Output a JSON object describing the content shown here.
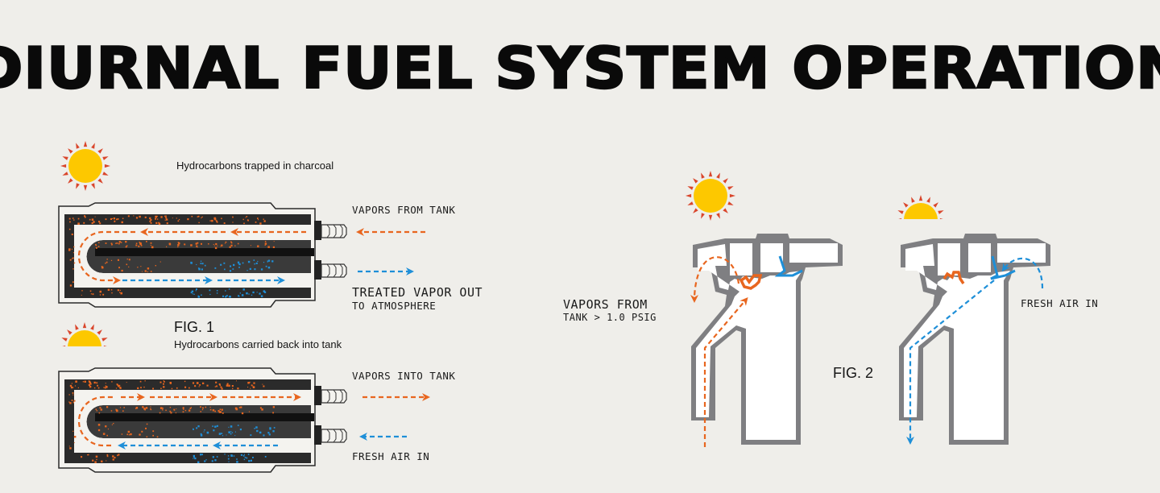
{
  "title": "DIURNAL FUEL SYSTEM OPERATION",
  "colors": {
    "background": "#efeeea",
    "vapor_orange": "#e8661f",
    "fresh_air_blue": "#1e8fd8",
    "charcoal": "#2b2b2b",
    "housing_gray": "#808083",
    "sun_yellow": "#fdc800",
    "sun_ray_red": "#d9452b"
  },
  "fig1": {
    "label": "FIG. 1",
    "top_panel": {
      "caption": "Hydrocarbons trapped in charcoal",
      "inlet_label": "VAPORS FROM TANK",
      "outlet_label_line1": "TREATED VAPOR OUT",
      "outlet_label_line2": "TO ATMOSPHERE",
      "sun": "full-sun"
    },
    "bottom_panel": {
      "caption": "Hydrocarbons carried back into tank",
      "outlet_label": "VAPORS INTO TANK",
      "inlet_label": "FRESH AIR IN",
      "sun": "setting-sun"
    }
  },
  "fig2": {
    "label": "FIG. 2",
    "left_valve": {
      "label_line1": "VAPORS FROM",
      "label_line2": "TANK > 1.0 PSIG",
      "sun": "full-sun"
    },
    "right_valve": {
      "label": "FRESH AIR IN",
      "sun": "setting-sun"
    }
  }
}
